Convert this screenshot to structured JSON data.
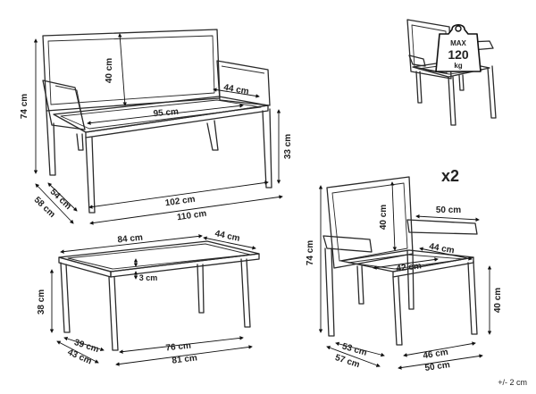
{
  "bench": {
    "height": "74 cm",
    "back_height": "40 cm",
    "arm_depth": "44 cm",
    "seat_width": "95 cm",
    "seat_height": "33 cm",
    "inner_width": "102 cm",
    "outer_width": "110 cm",
    "seat_depth": "54 cm",
    "outer_depth": "58 cm"
  },
  "max_load": {
    "label": "MAX",
    "value": "120",
    "unit": "kg"
  },
  "chair": {
    "quantity": "x2",
    "height": "74 cm",
    "back_height": "40 cm",
    "back_width": "50 cm",
    "arm_depth": "44 cm",
    "seat_width": "42 cm",
    "seat_height": "40 cm",
    "seat_depth": "53 cm",
    "outer_depth": "57 cm",
    "inner_width": "46 cm",
    "outer_width": "50 cm"
  },
  "table": {
    "length": "84 cm",
    "width": "44 cm",
    "top_thickness": "3 cm",
    "height": "38 cm",
    "inner_depth": "39 cm",
    "outer_depth": "43 cm",
    "inner_length": "76 cm",
    "outer_length": "81 cm"
  },
  "tolerance": "+/- 2 cm"
}
